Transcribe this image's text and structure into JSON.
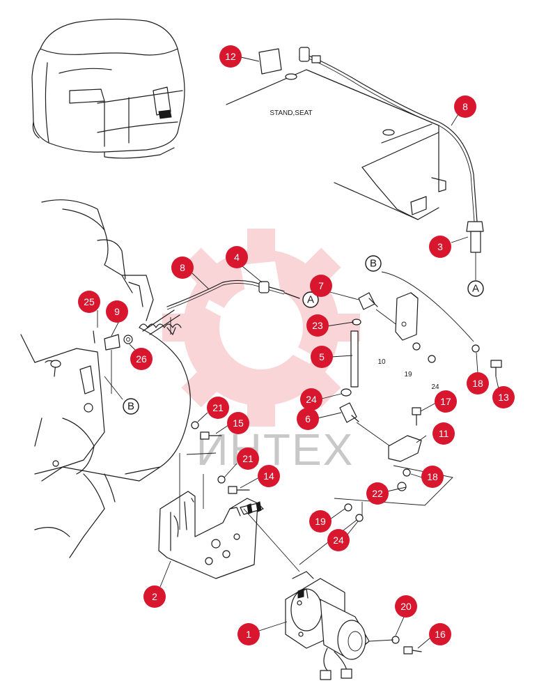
{
  "diagram": {
    "labels": {
      "stand_seat": "STAND,SEAT",
      "plain_10": "10",
      "plain_19": "19",
      "plain_24": "24"
    },
    "reference_markers": [
      {
        "id": "ref-a-cable",
        "text": "A"
      },
      {
        "id": "ref-a-end",
        "text": "A"
      },
      {
        "id": "ref-b-bracket",
        "text": "B"
      },
      {
        "id": "ref-b-engine",
        "text": "B"
      }
    ],
    "callouts": [
      {
        "id": "c12",
        "text": "12"
      },
      {
        "id": "c8-top",
        "text": "8"
      },
      {
        "id": "c3",
        "text": "3"
      },
      {
        "id": "c8-mid",
        "text": "8"
      },
      {
        "id": "c4",
        "text": "4"
      },
      {
        "id": "c7",
        "text": "7"
      },
      {
        "id": "c25",
        "text": "25"
      },
      {
        "id": "c9",
        "text": "9"
      },
      {
        "id": "c23",
        "text": "23"
      },
      {
        "id": "c5",
        "text": "5"
      },
      {
        "id": "c26",
        "text": "26"
      },
      {
        "id": "c18-top",
        "text": "18"
      },
      {
        "id": "c13",
        "text": "13"
      },
      {
        "id": "c24-mid",
        "text": "24"
      },
      {
        "id": "c6",
        "text": "6"
      },
      {
        "id": "c17",
        "text": "17"
      },
      {
        "id": "c21-top",
        "text": "21"
      },
      {
        "id": "c15",
        "text": "15"
      },
      {
        "id": "c11",
        "text": "11"
      },
      {
        "id": "c21-mid",
        "text": "21"
      },
      {
        "id": "c14",
        "text": "14"
      },
      {
        "id": "c18-mid",
        "text": "18"
      },
      {
        "id": "c22",
        "text": "22"
      },
      {
        "id": "c19",
        "text": "19"
      },
      {
        "id": "c24-low",
        "text": "24"
      },
      {
        "id": "c2",
        "text": "2"
      },
      {
        "id": "c20",
        "text": "20"
      },
      {
        "id": "c1",
        "text": "1"
      },
      {
        "id": "c16",
        "text": "16"
      }
    ],
    "watermark": {
      "text": "ИНТЕХ"
    },
    "colors": {
      "callout": "#d8172f",
      "watermark": "#e8434f",
      "ink": "#1a1a1a"
    }
  }
}
